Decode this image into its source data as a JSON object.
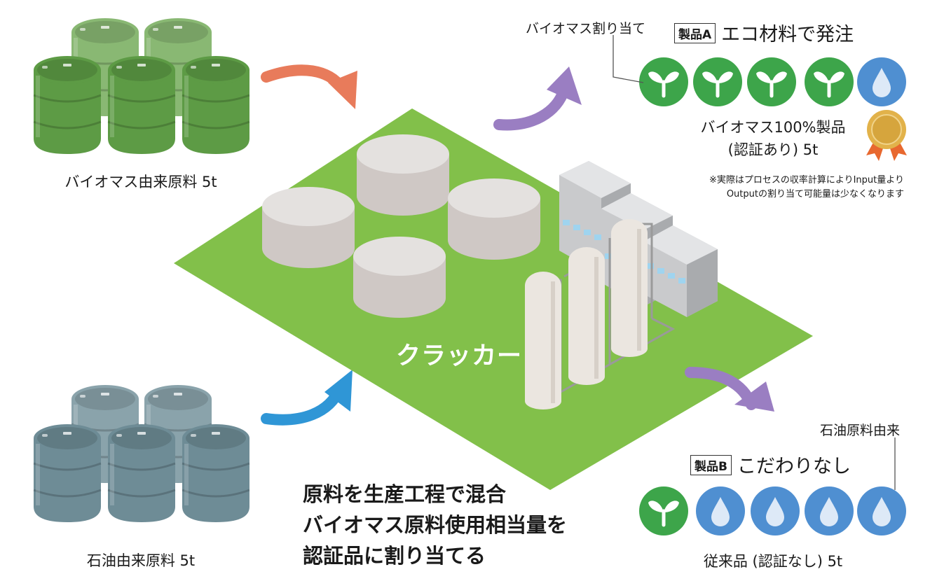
{
  "inputs": {
    "biomass_label": "バイオマス由来原料 5t",
    "petro_label": "石油由来原料 5t"
  },
  "plant": {
    "label": "クラッカー"
  },
  "process_note": {
    "lines": [
      "原料を生産工程で混合",
      "バイオマス原料使用相当量を",
      "認証品に割り当てる"
    ]
  },
  "product_a": {
    "callout": "バイオマス割り当て",
    "badge": "製品A",
    "title": "エコ材料で発注",
    "result_line1": "バイオマス100%製品",
    "result_line2": "(認証あり) 5t",
    "note_line1": "※実際はプロセスの収率計算によりInput量より",
    "note_line2": "Outputの割り当て可能量は少なくなります",
    "units": [
      "sprout-icon",
      "sprout-icon",
      "sprout-icon",
      "sprout-icon",
      "droplet-icon"
    ]
  },
  "product_b": {
    "callout": "石油原料由来",
    "badge": "製品B",
    "title": "こだわりなし",
    "result": "従来品 (認証なし) 5t",
    "units": [
      "sprout-icon",
      "droplet-icon",
      "droplet-icon",
      "droplet-icon",
      "droplet-icon"
    ]
  },
  "colors": {
    "biomass_barrel": "#5d9b45",
    "petro_barrel": "#6e8c96",
    "plant_ground": "#82c04a",
    "arrow_in_biomass": "#e87b5b",
    "arrow_in_petro": "#2f96d6",
    "arrow_out": "#9a7ec2",
    "sprout_circle": "#3da54a",
    "droplet_circle": "#4f8fd1",
    "medal": "#e2b24a"
  }
}
